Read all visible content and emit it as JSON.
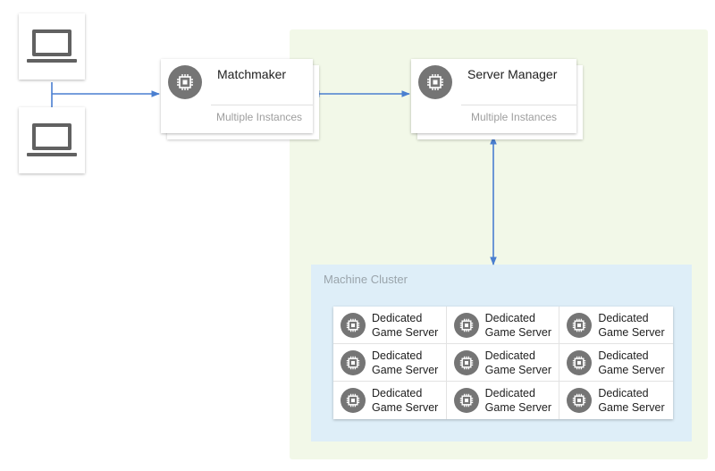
{
  "matchmaker": {
    "title": "Matchmaker",
    "subtitle": "Multiple Instances",
    "icon": "chip-icon"
  },
  "server_manager": {
    "title": "Server Manager",
    "subtitle": "Multiple Instances",
    "icon": "chip-icon"
  },
  "clients": [
    {
      "icon": "laptop-icon"
    },
    {
      "icon": "laptop-icon"
    }
  ],
  "cluster": {
    "label": "Machine Cluster",
    "servers": [
      {
        "line1": "Dedicated",
        "line2": "Game Server"
      },
      {
        "line1": "Dedicated",
        "line2": "Game Server"
      },
      {
        "line1": "Dedicated",
        "line2": "Game Server"
      },
      {
        "line1": "Dedicated",
        "line2": "Game Server"
      },
      {
        "line1": "Dedicated",
        "line2": "Game Server"
      },
      {
        "line1": "Dedicated",
        "line2": "Game Server"
      },
      {
        "line1": "Dedicated",
        "line2": "Game Server"
      },
      {
        "line1": "Dedicated",
        "line2": "Game Server"
      },
      {
        "line1": "Dedicated",
        "line2": "Game Server"
      }
    ]
  },
  "colors": {
    "arrow": "#4a7fd0",
    "zone_green": "#f2f8e8",
    "zone_blue": "#deeef8",
    "icon_circle": "#757575"
  }
}
